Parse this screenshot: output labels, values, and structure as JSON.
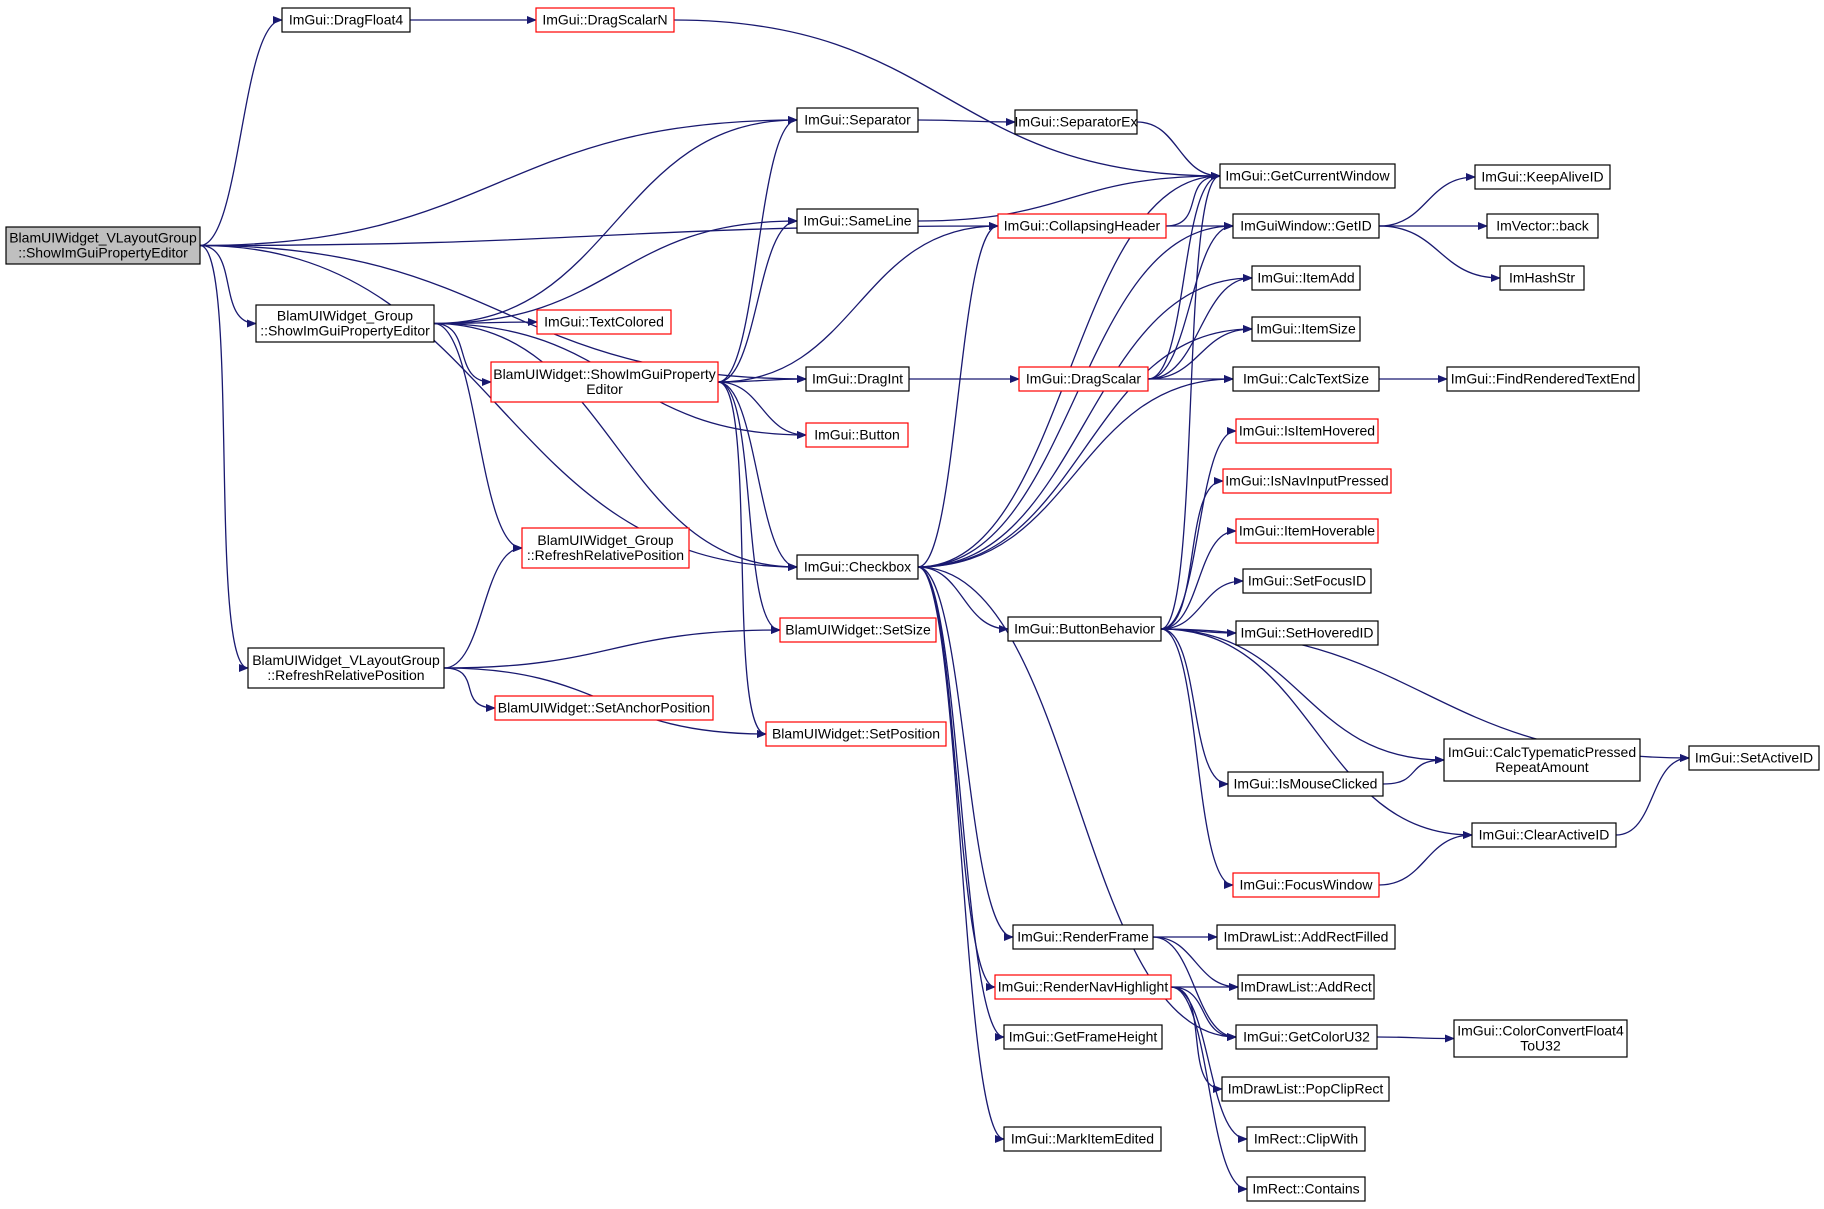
{
  "colors": {
    "edge": "#191970",
    "node_border_black": "#000000",
    "node_border_red": "#ff0000",
    "node_fill": "#ffffff",
    "root_fill": "#bfbfbf",
    "text": "#000000"
  },
  "nodes": [
    {
      "id": "root",
      "lines": [
        "BlamUIWidget_VLayoutGroup",
        "::ShowImGuiPropertyEditor"
      ],
      "border": "black",
      "root": true
    },
    {
      "id": "dragfloat4",
      "lines": [
        "ImGui::DragFloat4"
      ],
      "border": "black"
    },
    {
      "id": "dragscalarn",
      "lines": [
        "ImGui::DragScalarN"
      ],
      "border": "red"
    },
    {
      "id": "separator",
      "lines": [
        "ImGui::Separator"
      ],
      "border": "black"
    },
    {
      "id": "separatorex",
      "lines": [
        "ImGui::SeparatorEx"
      ],
      "border": "black"
    },
    {
      "id": "getcurrentwindow",
      "lines": [
        "ImGui::GetCurrentWindow"
      ],
      "border": "black"
    },
    {
      "id": "sameline",
      "lines": [
        "ImGui::SameLine"
      ],
      "border": "black"
    },
    {
      "id": "collapsingheader",
      "lines": [
        "ImGui::CollapsingHeader"
      ],
      "border": "red"
    },
    {
      "id": "getid",
      "lines": [
        "ImGuiWindow::GetID"
      ],
      "border": "black"
    },
    {
      "id": "keepaliveid",
      "lines": [
        "ImGui::KeepAliveID"
      ],
      "border": "black"
    },
    {
      "id": "vectorback",
      "lines": [
        "ImVector::back"
      ],
      "border": "black"
    },
    {
      "id": "imhashstr",
      "lines": [
        "ImHashStr"
      ],
      "border": "black"
    },
    {
      "id": "group_show",
      "lines": [
        "BlamUIWidget_Group",
        "::ShowImGuiPropertyEditor"
      ],
      "border": "black"
    },
    {
      "id": "textcolored",
      "lines": [
        "ImGui::TextColored"
      ],
      "border": "red"
    },
    {
      "id": "itemadd",
      "lines": [
        "ImGui::ItemAdd"
      ],
      "border": "black"
    },
    {
      "id": "itemsize",
      "lines": [
        "ImGui::ItemSize"
      ],
      "border": "black"
    },
    {
      "id": "widget_show",
      "lines": [
        "BlamUIWidget::ShowImGuiProperty",
        "Editor"
      ],
      "border": "red"
    },
    {
      "id": "dragint",
      "lines": [
        "ImGui::DragInt"
      ],
      "border": "black"
    },
    {
      "id": "dragscalar",
      "lines": [
        "ImGui::DragScalar"
      ],
      "border": "red"
    },
    {
      "id": "calctextsize",
      "lines": [
        "ImGui::CalcTextSize"
      ],
      "border": "black"
    },
    {
      "id": "findrendered",
      "lines": [
        "ImGui::FindRenderedTextEnd"
      ],
      "border": "black"
    },
    {
      "id": "button",
      "lines": [
        "ImGui::Button"
      ],
      "border": "red"
    },
    {
      "id": "isitemhovered",
      "lines": [
        "ImGui::IsItemHovered"
      ],
      "border": "red"
    },
    {
      "id": "isnavinput",
      "lines": [
        "ImGui::IsNavInputPressed"
      ],
      "border": "red"
    },
    {
      "id": "itemhoverable",
      "lines": [
        "ImGui::ItemHoverable"
      ],
      "border": "red"
    },
    {
      "id": "group_refresh",
      "lines": [
        "BlamUIWidget_Group",
        "::RefreshRelativePosition"
      ],
      "border": "red"
    },
    {
      "id": "checkbox",
      "lines": [
        "ImGui::Checkbox"
      ],
      "border": "black"
    },
    {
      "id": "setfocusid",
      "lines": [
        "ImGui::SetFocusID"
      ],
      "border": "black"
    },
    {
      "id": "buttonbehavior",
      "lines": [
        "ImGui::ButtonBehavior"
      ],
      "border": "black"
    },
    {
      "id": "sethoveredid",
      "lines": [
        "ImGui::SetHoveredID"
      ],
      "border": "black"
    },
    {
      "id": "vlayout_refresh",
      "lines": [
        "BlamUIWidget_VLayoutGroup",
        "::RefreshRelativePosition"
      ],
      "border": "black"
    },
    {
      "id": "setsize",
      "lines": [
        "BlamUIWidget::SetSize"
      ],
      "border": "red"
    },
    {
      "id": "setanchor",
      "lines": [
        "BlamUIWidget::SetAnchorPosition"
      ],
      "border": "red"
    },
    {
      "id": "setposition",
      "lines": [
        "BlamUIWidget::SetPosition"
      ],
      "border": "red"
    },
    {
      "id": "calctypematic",
      "lines": [
        "ImGui::CalcTypematicPressed",
        "RepeatAmount"
      ],
      "border": "black"
    },
    {
      "id": "setactiveid",
      "lines": [
        "ImGui::SetActiveID"
      ],
      "border": "black"
    },
    {
      "id": "ismouseclicked",
      "lines": [
        "ImGui::IsMouseClicked"
      ],
      "border": "black"
    },
    {
      "id": "clearactiveid",
      "lines": [
        "ImGui::ClearActiveID"
      ],
      "border": "black"
    },
    {
      "id": "focuswindow",
      "lines": [
        "ImGui::FocusWindow"
      ],
      "border": "red"
    },
    {
      "id": "renderframe",
      "lines": [
        "ImGui::RenderFrame"
      ],
      "border": "black"
    },
    {
      "id": "addrectfilled",
      "lines": [
        "ImDrawList::AddRectFilled"
      ],
      "border": "black"
    },
    {
      "id": "rendernav",
      "lines": [
        "ImGui::RenderNavHighlight"
      ],
      "border": "red"
    },
    {
      "id": "addrect",
      "lines": [
        "ImDrawList::AddRect"
      ],
      "border": "black"
    },
    {
      "id": "getframeheight",
      "lines": [
        "ImGui::GetFrameHeight"
      ],
      "border": "black"
    },
    {
      "id": "getcoloru32",
      "lines": [
        "ImGui::GetColorU32"
      ],
      "border": "black"
    },
    {
      "id": "colorconvert",
      "lines": [
        "ImGui::ColorConvertFloat4",
        "ToU32"
      ],
      "border": "black"
    },
    {
      "id": "popcliprect",
      "lines": [
        "ImDrawList::PopClipRect"
      ],
      "border": "black"
    },
    {
      "id": "clipwith",
      "lines": [
        "ImRect::ClipWith"
      ],
      "border": "black"
    },
    {
      "id": "markitemedited",
      "lines": [
        "ImGui::MarkItemEdited"
      ],
      "border": "black"
    },
    {
      "id": "contains",
      "lines": [
        "ImRect::Contains"
      ],
      "border": "black"
    }
  ],
  "edges": [
    [
      "root",
      "dragfloat4"
    ],
    [
      "root",
      "separator"
    ],
    [
      "root",
      "group_show"
    ],
    [
      "root",
      "collapsingheader"
    ],
    [
      "root",
      "dragint"
    ],
    [
      "root",
      "checkbox"
    ],
    [
      "root",
      "vlayout_refresh"
    ],
    [
      "dragfloat4",
      "dragscalarn"
    ],
    [
      "dragscalarn",
      "getcurrentwindow"
    ],
    [
      "separator",
      "separatorex"
    ],
    [
      "separatorex",
      "getcurrentwindow"
    ],
    [
      "sameline",
      "getcurrentwindow"
    ],
    [
      "collapsingheader",
      "getid"
    ],
    [
      "collapsingheader",
      "getcurrentwindow"
    ],
    [
      "getid",
      "keepaliveid"
    ],
    [
      "getid",
      "vectorback"
    ],
    [
      "getid",
      "imhashstr"
    ],
    [
      "group_show",
      "separator"
    ],
    [
      "group_show",
      "sameline"
    ],
    [
      "group_show",
      "textcolored"
    ],
    [
      "group_show",
      "widget_show"
    ],
    [
      "group_show",
      "button"
    ],
    [
      "group_show",
      "group_refresh"
    ],
    [
      "group_show",
      "checkbox"
    ],
    [
      "widget_show",
      "separator"
    ],
    [
      "widget_show",
      "sameline"
    ],
    [
      "widget_show",
      "collapsingheader"
    ],
    [
      "widget_show",
      "dragint"
    ],
    [
      "widget_show",
      "button"
    ],
    [
      "widget_show",
      "checkbox"
    ],
    [
      "widget_show",
      "setsize"
    ],
    [
      "widget_show",
      "setposition"
    ],
    [
      "dragint",
      "dragscalar"
    ],
    [
      "dragscalar",
      "getcurrentwindow"
    ],
    [
      "dragscalar",
      "getid"
    ],
    [
      "dragscalar",
      "itemadd"
    ],
    [
      "dragscalar",
      "itemsize"
    ],
    [
      "dragscalar",
      "calctextsize"
    ],
    [
      "calctextsize",
      "findrendered"
    ],
    [
      "checkbox",
      "getcurrentwindow"
    ],
    [
      "checkbox",
      "getid"
    ],
    [
      "checkbox",
      "collapsingheader"
    ],
    [
      "checkbox",
      "itemadd"
    ],
    [
      "checkbox",
      "itemsize"
    ],
    [
      "checkbox",
      "calctextsize"
    ],
    [
      "checkbox",
      "buttonbehavior"
    ],
    [
      "checkbox",
      "renderframe"
    ],
    [
      "checkbox",
      "rendernav"
    ],
    [
      "checkbox",
      "getframeheight"
    ],
    [
      "checkbox",
      "getcoloru32"
    ],
    [
      "checkbox",
      "markitemedited"
    ],
    [
      "buttonbehavior",
      "getcurrentwindow"
    ],
    [
      "buttonbehavior",
      "isitemhovered"
    ],
    [
      "buttonbehavior",
      "isnavinput"
    ],
    [
      "buttonbehavior",
      "itemhoverable"
    ],
    [
      "buttonbehavior",
      "setfocusid"
    ],
    [
      "buttonbehavior",
      "sethoveredid"
    ],
    [
      "buttonbehavior",
      "setactiveid"
    ],
    [
      "buttonbehavior",
      "calctypematic"
    ],
    [
      "buttonbehavior",
      "ismouseclicked"
    ],
    [
      "buttonbehavior",
      "clearactiveid"
    ],
    [
      "buttonbehavior",
      "focuswindow"
    ],
    [
      "ismouseclicked",
      "calctypematic"
    ],
    [
      "clearactiveid",
      "setactiveid"
    ],
    [
      "focuswindow",
      "clearactiveid"
    ],
    [
      "vlayout_refresh",
      "group_refresh"
    ],
    [
      "vlayout_refresh",
      "setsize"
    ],
    [
      "vlayout_refresh",
      "setanchor"
    ],
    [
      "vlayout_refresh",
      "setposition"
    ],
    [
      "renderframe",
      "addrectfilled"
    ],
    [
      "renderframe",
      "addrect"
    ],
    [
      "renderframe",
      "getcoloru32"
    ],
    [
      "rendernav",
      "addrect"
    ],
    [
      "rendernav",
      "getcoloru32"
    ],
    [
      "rendernav",
      "popcliprect"
    ],
    [
      "rendernav",
      "clipwith"
    ],
    [
      "rendernav",
      "contains"
    ],
    [
      "getcoloru32",
      "colorconvert"
    ]
  ]
}
